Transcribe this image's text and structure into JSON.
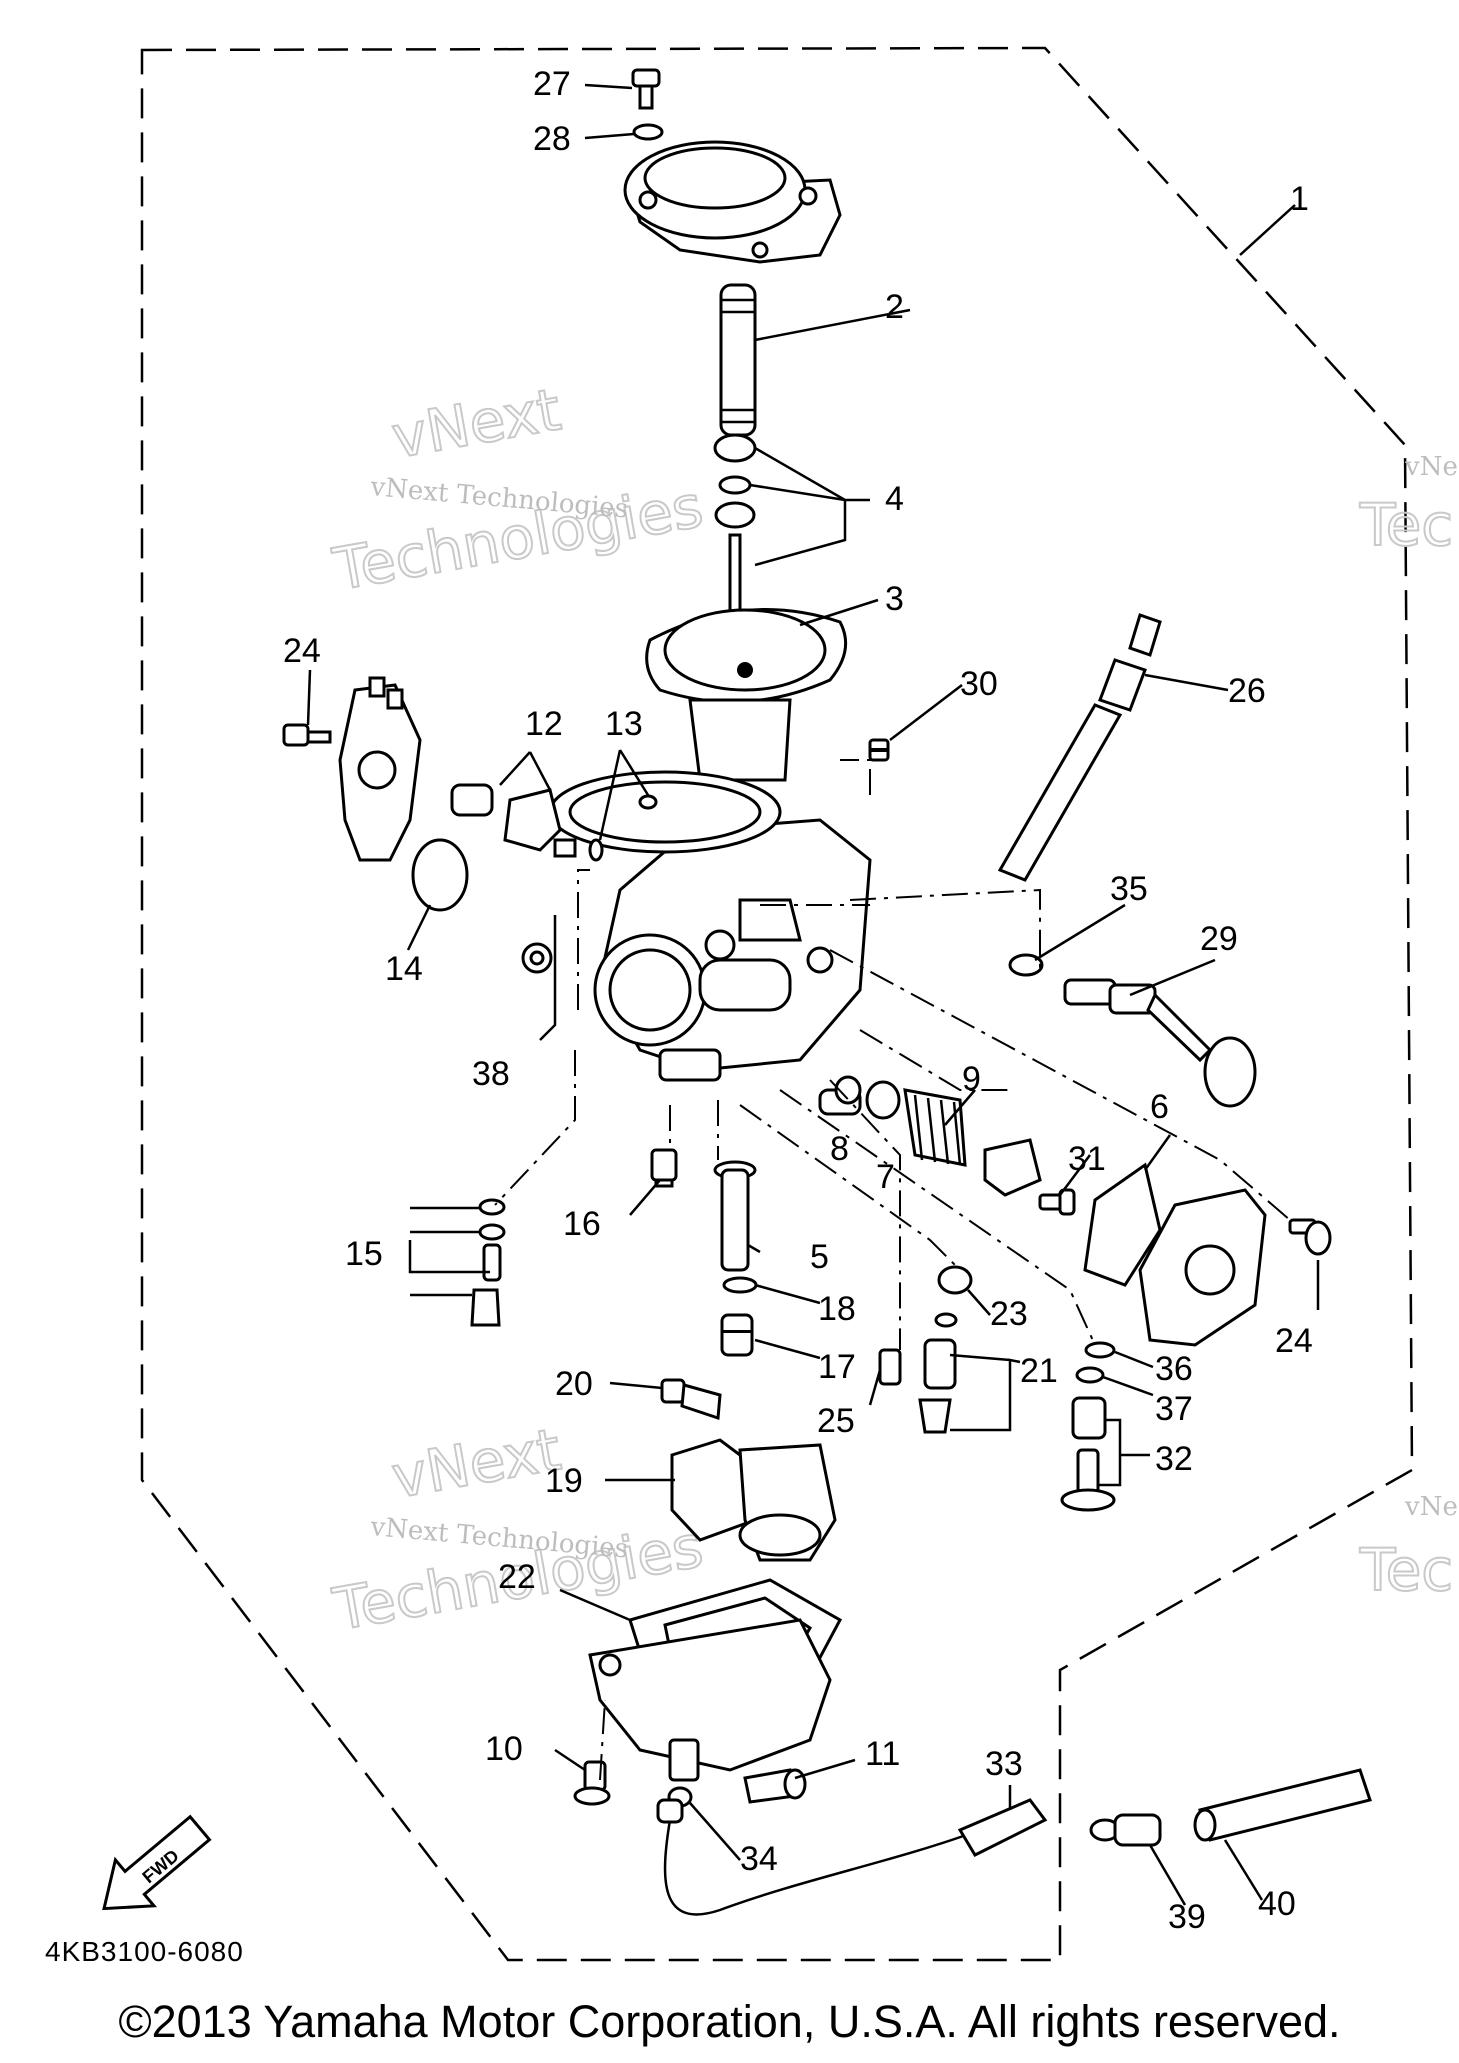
{
  "diagram": {
    "part_code": "4KB3100-6080",
    "copyright": "©2013 Yamaha Motor Corporation, U.S.A. All rights reserved.",
    "fwd_label": "FWD",
    "watermark": {
      "line1": "vNext",
      "line2": "vNext Technologies",
      "line3": "Technologies",
      "edge1": "vNe",
      "edge2": "Tec"
    },
    "callouts": {
      "c1": "1",
      "c2": "2",
      "c3": "3",
      "c4": "4",
      "c5": "5",
      "c6": "6",
      "c7": "7",
      "c8": "8",
      "c9": "9",
      "c10": "10",
      "c11": "11",
      "c12": "12",
      "c13": "13",
      "c14": "14",
      "c15": "15",
      "c16": "16",
      "c17": "17",
      "c18": "18",
      "c19": "19",
      "c20": "20",
      "c21": "21",
      "c22": "22",
      "c23": "23",
      "c24a": "24",
      "c24b": "24",
      "c25": "25",
      "c26": "26",
      "c27": "27",
      "c28": "28",
      "c29": "29",
      "c30": "30",
      "c31": "31",
      "c32": "32",
      "c33": "33",
      "c34": "34",
      "c35": "35",
      "c36": "36",
      "c37": "37",
      "c38": "38",
      "c39": "39",
      "c40": "40"
    }
  }
}
